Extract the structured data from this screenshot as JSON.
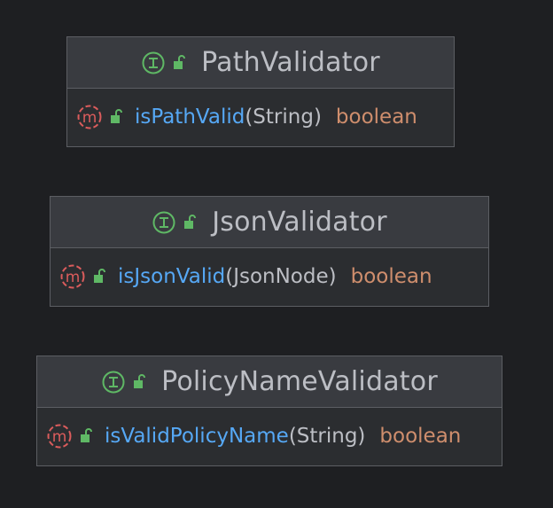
{
  "diagram": {
    "classes": [
      {
        "kind_icon": "interface-icon",
        "visibility_icon": "public-lock-icon",
        "name": "PathValidator",
        "method": {
          "kind_icon": "abstract-method-icon",
          "visibility_icon": "public-lock-icon",
          "name": "isPathValid",
          "params": "(String)",
          "return_type": "boolean"
        }
      },
      {
        "kind_icon": "interface-icon",
        "visibility_icon": "public-lock-icon",
        "name": "JsonValidator",
        "method": {
          "kind_icon": "abstract-method-icon",
          "visibility_icon": "public-lock-icon",
          "name": "isJsonValid",
          "params": "(JsonNode)",
          "return_type": "boolean"
        }
      },
      {
        "kind_icon": "interface-icon",
        "visibility_icon": "public-lock-icon",
        "name": "PolicyNameValidator",
        "method": {
          "kind_icon": "abstract-method-icon",
          "visibility_icon": "public-lock-icon",
          "name": "isValidPolicyName",
          "params": "(String)",
          "return_type": "boolean"
        }
      }
    ]
  },
  "colors": {
    "background": "#1e1f22",
    "interface_icon": "#5fb865",
    "method_icon": "#db5c5c",
    "lock_icon": "#5fb865",
    "method_name": "#56a8f5",
    "return_type": "#cf8e6d",
    "text": "#bcbec4"
  }
}
